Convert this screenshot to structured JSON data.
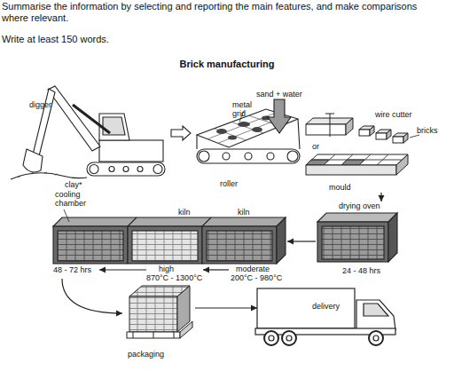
{
  "diagram": {
    "title": "Brick manufacturing",
    "nodes": [
      {
        "text": [
          "digger"
        ]
      },
      {
        "text": [
          "roller"
        ]
      },
      {
        "text": [
          "wire cutter"
        ]
      },
      {
        "text": [
          "mould"
        ]
      },
      {
        "text": [
          "cooling chamber",
          "48 - 72 hrs"
        ]
      },
      {
        "text": [
          "kiln",
          "high",
          "870°C - 1300°C"
        ]
      },
      {
        "text": [
          "kiln",
          "moderate",
          "200°C - 980°C"
        ]
      },
      {
        "text": [
          "drying oven",
          "24 - 48 hrs"
        ]
      },
      {
        "text": [
          "packaging"
        ]
      },
      {
        "text": [
          "delivery"
        ]
      }
    ],
    "edges": [
      {
        "from": 0,
        "to": 1,
        "arrow": "to"
      },
      {
        "from": 3,
        "to": 7,
        "arrow": "to"
      },
      {
        "from": 7,
        "to": 6,
        "arrow": "to"
      },
      {
        "from": 6,
        "to": 5,
        "arrow": "to"
      },
      {
        "from": 5,
        "to": 4,
        "arrow": "to"
      },
      {
        "from": 4,
        "to": 8,
        "arrow": "to"
      },
      {
        "from": 8,
        "to": 9,
        "arrow": "to"
      }
    ],
    "labels": [
      "Summarise the information by selecting and reporting the main features, and make comparisons where relevant.",
      "Write at least 150 words.",
      "clay*",
      "metal grid",
      "sand + water",
      "or",
      "bricks"
    ]
  }
}
